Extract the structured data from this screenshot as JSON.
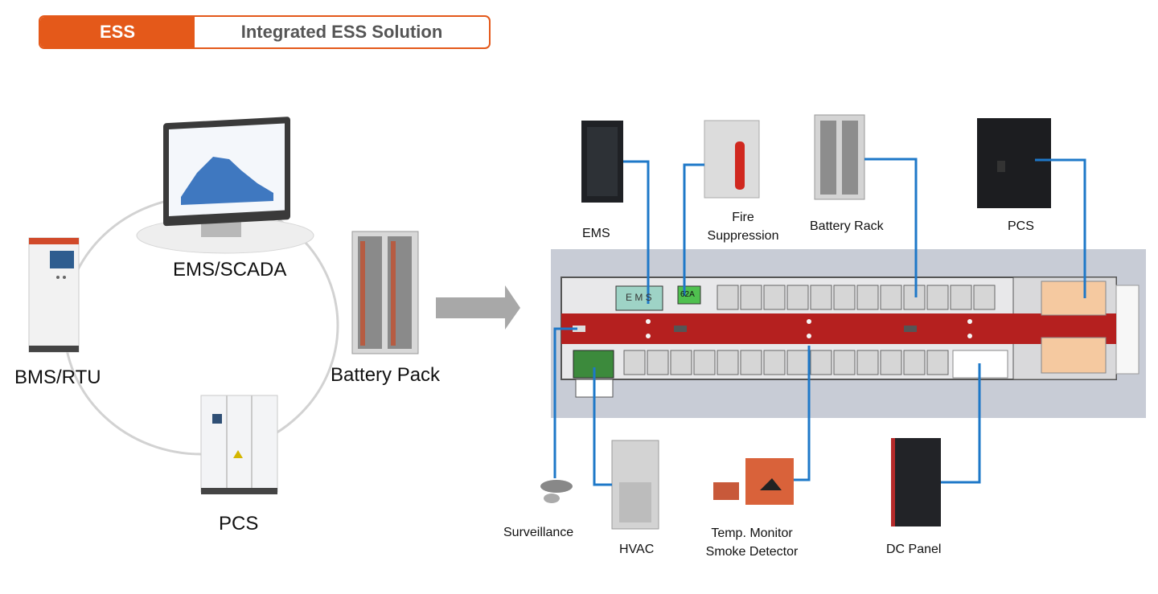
{
  "header": {
    "tag": "ESS",
    "title": "Integrated ESS Solution"
  },
  "left": {
    "ems": "EMS/SCADA",
    "bms": "BMS/RTU",
    "battery": "Battery Pack",
    "pcs": "PCS"
  },
  "right": {
    "ems": "EMS",
    "fire_line1": "Fire",
    "fire_line2": "Suppression",
    "battery_rack": "Battery Rack",
    "pcs": "PCS",
    "surveillance": "Surveillance",
    "hvac": "HVAC",
    "temp_line1": "Temp. Monitor",
    "temp_line2": "Smoke Detector",
    "dc_panel": "DC Panel",
    "ems_box": "E M S",
    "fire_box": "62A"
  },
  "colors": {
    "accent": "#e4591a",
    "link": "#1e78c8",
    "corridor": "#b5201f",
    "container": "#c8ccd6"
  }
}
